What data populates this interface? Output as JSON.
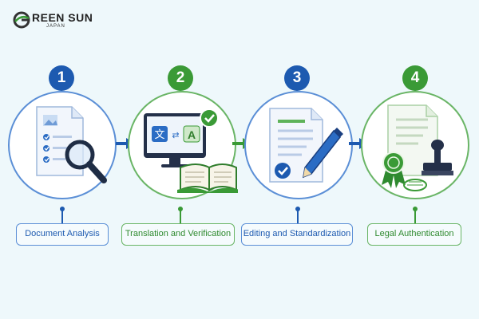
{
  "brand": {
    "name": "REEN SUN",
    "sub": "JAPAN"
  },
  "colors": {
    "blue": "#1d5ab0",
    "green": "#3a9a36",
    "bg": "#eef8fb"
  },
  "steps": [
    {
      "number": "1",
      "label": "Document Analysis",
      "color": "blue",
      "icons": [
        "document-icon",
        "checklist-icon",
        "magnifier-icon"
      ]
    },
    {
      "number": "2",
      "label": "Translation and Verification",
      "color": "green",
      "icons": [
        "monitor-icon",
        "translate-icon",
        "check-badge-icon",
        "open-book-icon"
      ]
    },
    {
      "number": "3",
      "label": "Editing and Standardization",
      "color": "blue",
      "icons": [
        "document-icon",
        "pen-icon",
        "check-circle-icon"
      ]
    },
    {
      "number": "4",
      "label": "Legal Authentication",
      "color": "green",
      "icons": [
        "document-icon",
        "ribbon-seal-icon",
        "stamp-icon"
      ]
    }
  ],
  "translate_glyphs": {
    "source": "文",
    "target": "A",
    "swap": "⇄"
  }
}
